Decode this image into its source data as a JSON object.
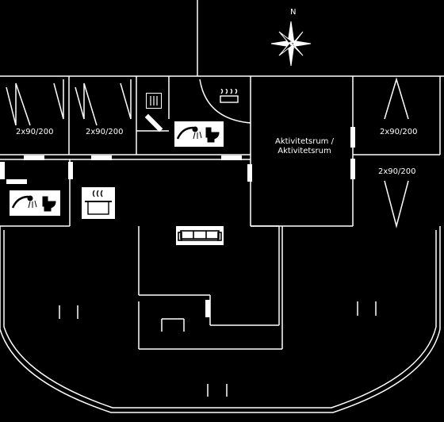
{
  "compass": {
    "north_label": "N"
  },
  "rooms": {
    "bedroom_1": {
      "bed_size": "2x90/200"
    },
    "bedroom_2": {
      "bed_size": "2x90/200"
    },
    "bedroom_3": {
      "bed_size": "2x90/200"
    },
    "bedroom_4": {
      "bed_size": "2x90/200"
    },
    "activity_room": {
      "line1": "Aktivitetsrum /",
      "line2": "Aktivitetsrum"
    }
  },
  "icons": {
    "ski_storage": "ski-storage-icon",
    "sauna": "sauna-icon",
    "shower_toilet_upper": "shower-toilet-icon",
    "shower_toilet_left": "shower-toilet-icon",
    "kitchen": "cooking-pot-icon",
    "sofa": "sofa-icon"
  },
  "colors": {
    "background": "#000000",
    "lines": "#ffffff"
  }
}
